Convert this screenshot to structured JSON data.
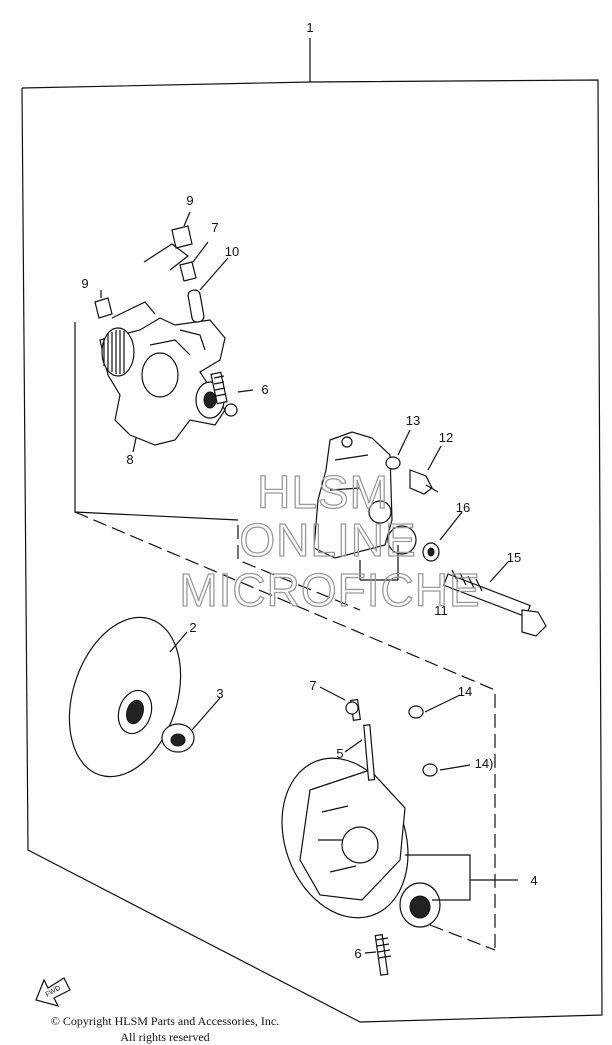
{
  "callouts": {
    "c1": "1",
    "c2": "2",
    "c3": "3",
    "c4": "4",
    "c5": "5",
    "c6a": "6",
    "c6b": "6",
    "c7a": "7",
    "c7b": "7",
    "c8": "8",
    "c9a": "9",
    "c9b": "9",
    "c10": "10",
    "c11": "11",
    "c12": "12",
    "c13": "13",
    "c14a": "14",
    "c14b": "14)",
    "c15": "15",
    "c16": "16"
  },
  "watermark": {
    "line1": "HLSM",
    "line2": "ONLINE",
    "line3": "MICROFICHE"
  },
  "fwd_label": "FWD",
  "copyright": {
    "line1": "© Copyright HLSM Parts and Accessories, Inc.",
    "line2": "All rights reserved"
  }
}
